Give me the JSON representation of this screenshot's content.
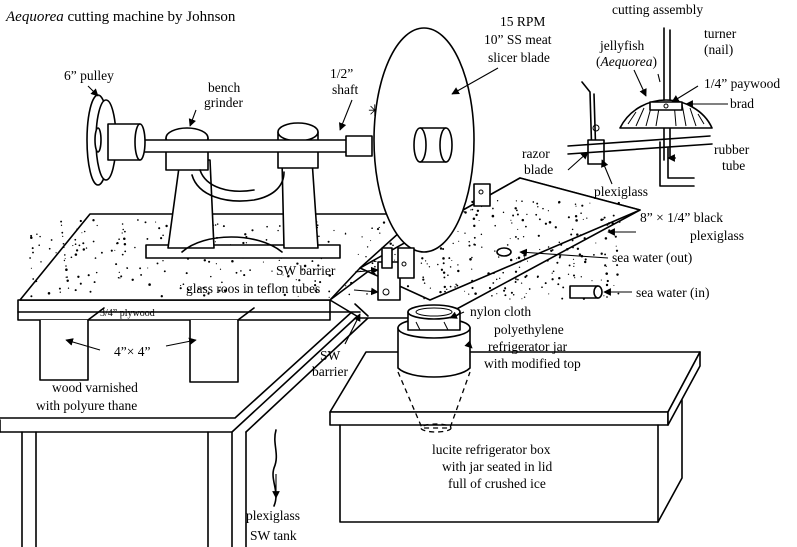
{
  "title": {
    "italic": "Aequorea",
    "rest": " cutting machine by Johnson"
  },
  "labels": {
    "pulley": "6” pulley",
    "bench_grinder_1": "bench",
    "bench_grinder_2": "grinder",
    "shaft_1": "1/2”",
    "shaft_2": "shaft",
    "blade_1": "15 RPM",
    "blade_2": "10” SS meat",
    "blade_3": "slicer blade",
    "cutting_assembly": "cutting assembly",
    "turner_1": "turner",
    "turner_2": "(nail)",
    "jellyfish_1": "jellyfish",
    "jellyfish_2": "Aequorea",
    "paywood": "1/4” paywood",
    "brad": "brad",
    "razor_1": "razor",
    "razor_2": "blade",
    "rubber_1": "rubber",
    "rubber_2": "tube",
    "plexiglass_top": "plexiglass",
    "black_plexi_1": "8” × 1/4” black",
    "black_plexi_2": "plexiglass",
    "sea_water_out": "sea water (out)",
    "sea_water_in": "sea water (in)",
    "sw_barrier_top": "SW barrier",
    "glass_rods": "glass roos in teflon tubes",
    "plywood": "3/4” plywood",
    "four_by_four": "4”× 4”",
    "nylon_cloth": "nylon cloth",
    "poly_jar_1": "polyethylene",
    "poly_jar_2": "refrigerator jar",
    "poly_jar_3": "with modified top",
    "sw_barrier_bottom_1": "SW",
    "sw_barrier_bottom_2": "barrier",
    "wood_varnished_1": "wood varnished",
    "wood_varnished_2": "with polyure thane",
    "lucite_1": "lucite refrigerator box",
    "lucite_2": "with jar seated in lid",
    "lucite_3": "full of crushed ice",
    "plexi_tank_1": "plexiglass",
    "plexi_tank_2": "SW tank"
  }
}
